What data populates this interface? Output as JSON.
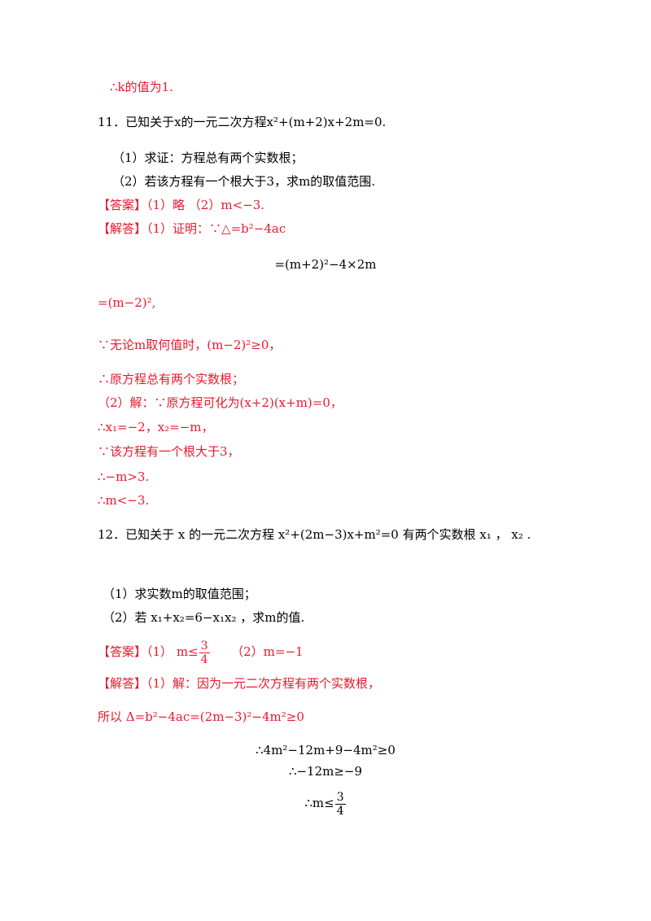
{
  "lines": {
    "l01": "∴k的值为1.",
    "l02": "11．已知关于x的一元二次方程x²+(m+2)x+2m=0.",
    "l03": "（1）求证：方程总有两个实数根；",
    "l04": "（2）若该方程有一个根大于3，求m的取值范围.",
    "l05": "【答案】（1）略 （2）m<−3.",
    "l06": "【解答】（1）证明：∵△=b²−4ac",
    "l07": "=(m+2)²−4×2m",
    "l08": "=(m−2)²,",
    "l09": "∵无论m取何值时，(m−2)²≥0，",
    "l10": "∴原方程总有两个实数根；",
    "l11": "（2）解：∵原方程可化为(x+2)(x+m)=0，",
    "l12": "∴x₁=−2，x₂=−m，",
    "l13": "∵该方程有一个根大于3，",
    "l14": "∴−m>3.",
    "l15": "∴m<−3.",
    "l16": "12．已知关于 x 的一元二次方程 x²+(2m−3)x+m²=0 有两个实数根 x₁ ， x₂ .",
    "l17": "（1）求实数m的取值范围；",
    "l18": "（2）若 x₁+x₂=6−x₁x₂ ，求m的值.",
    "l20": "【解答】（1）解：因为一元二次方程有两个实数根，",
    "l21": "所以 Δ=b²−4ac=(2m−3)²−4m²≥0",
    "l22": "∴4m²−12m+9−4m²≥0",
    "l23": "∴−12m≥−9"
  },
  "answer12": {
    "prefix": "【答案】（1）",
    "part1_lhs": "m≤",
    "part2": "（2）m=−1"
  },
  "final": {
    "lhs": "∴m≤"
  },
  "frac": {
    "num": "3",
    "den": "4"
  }
}
